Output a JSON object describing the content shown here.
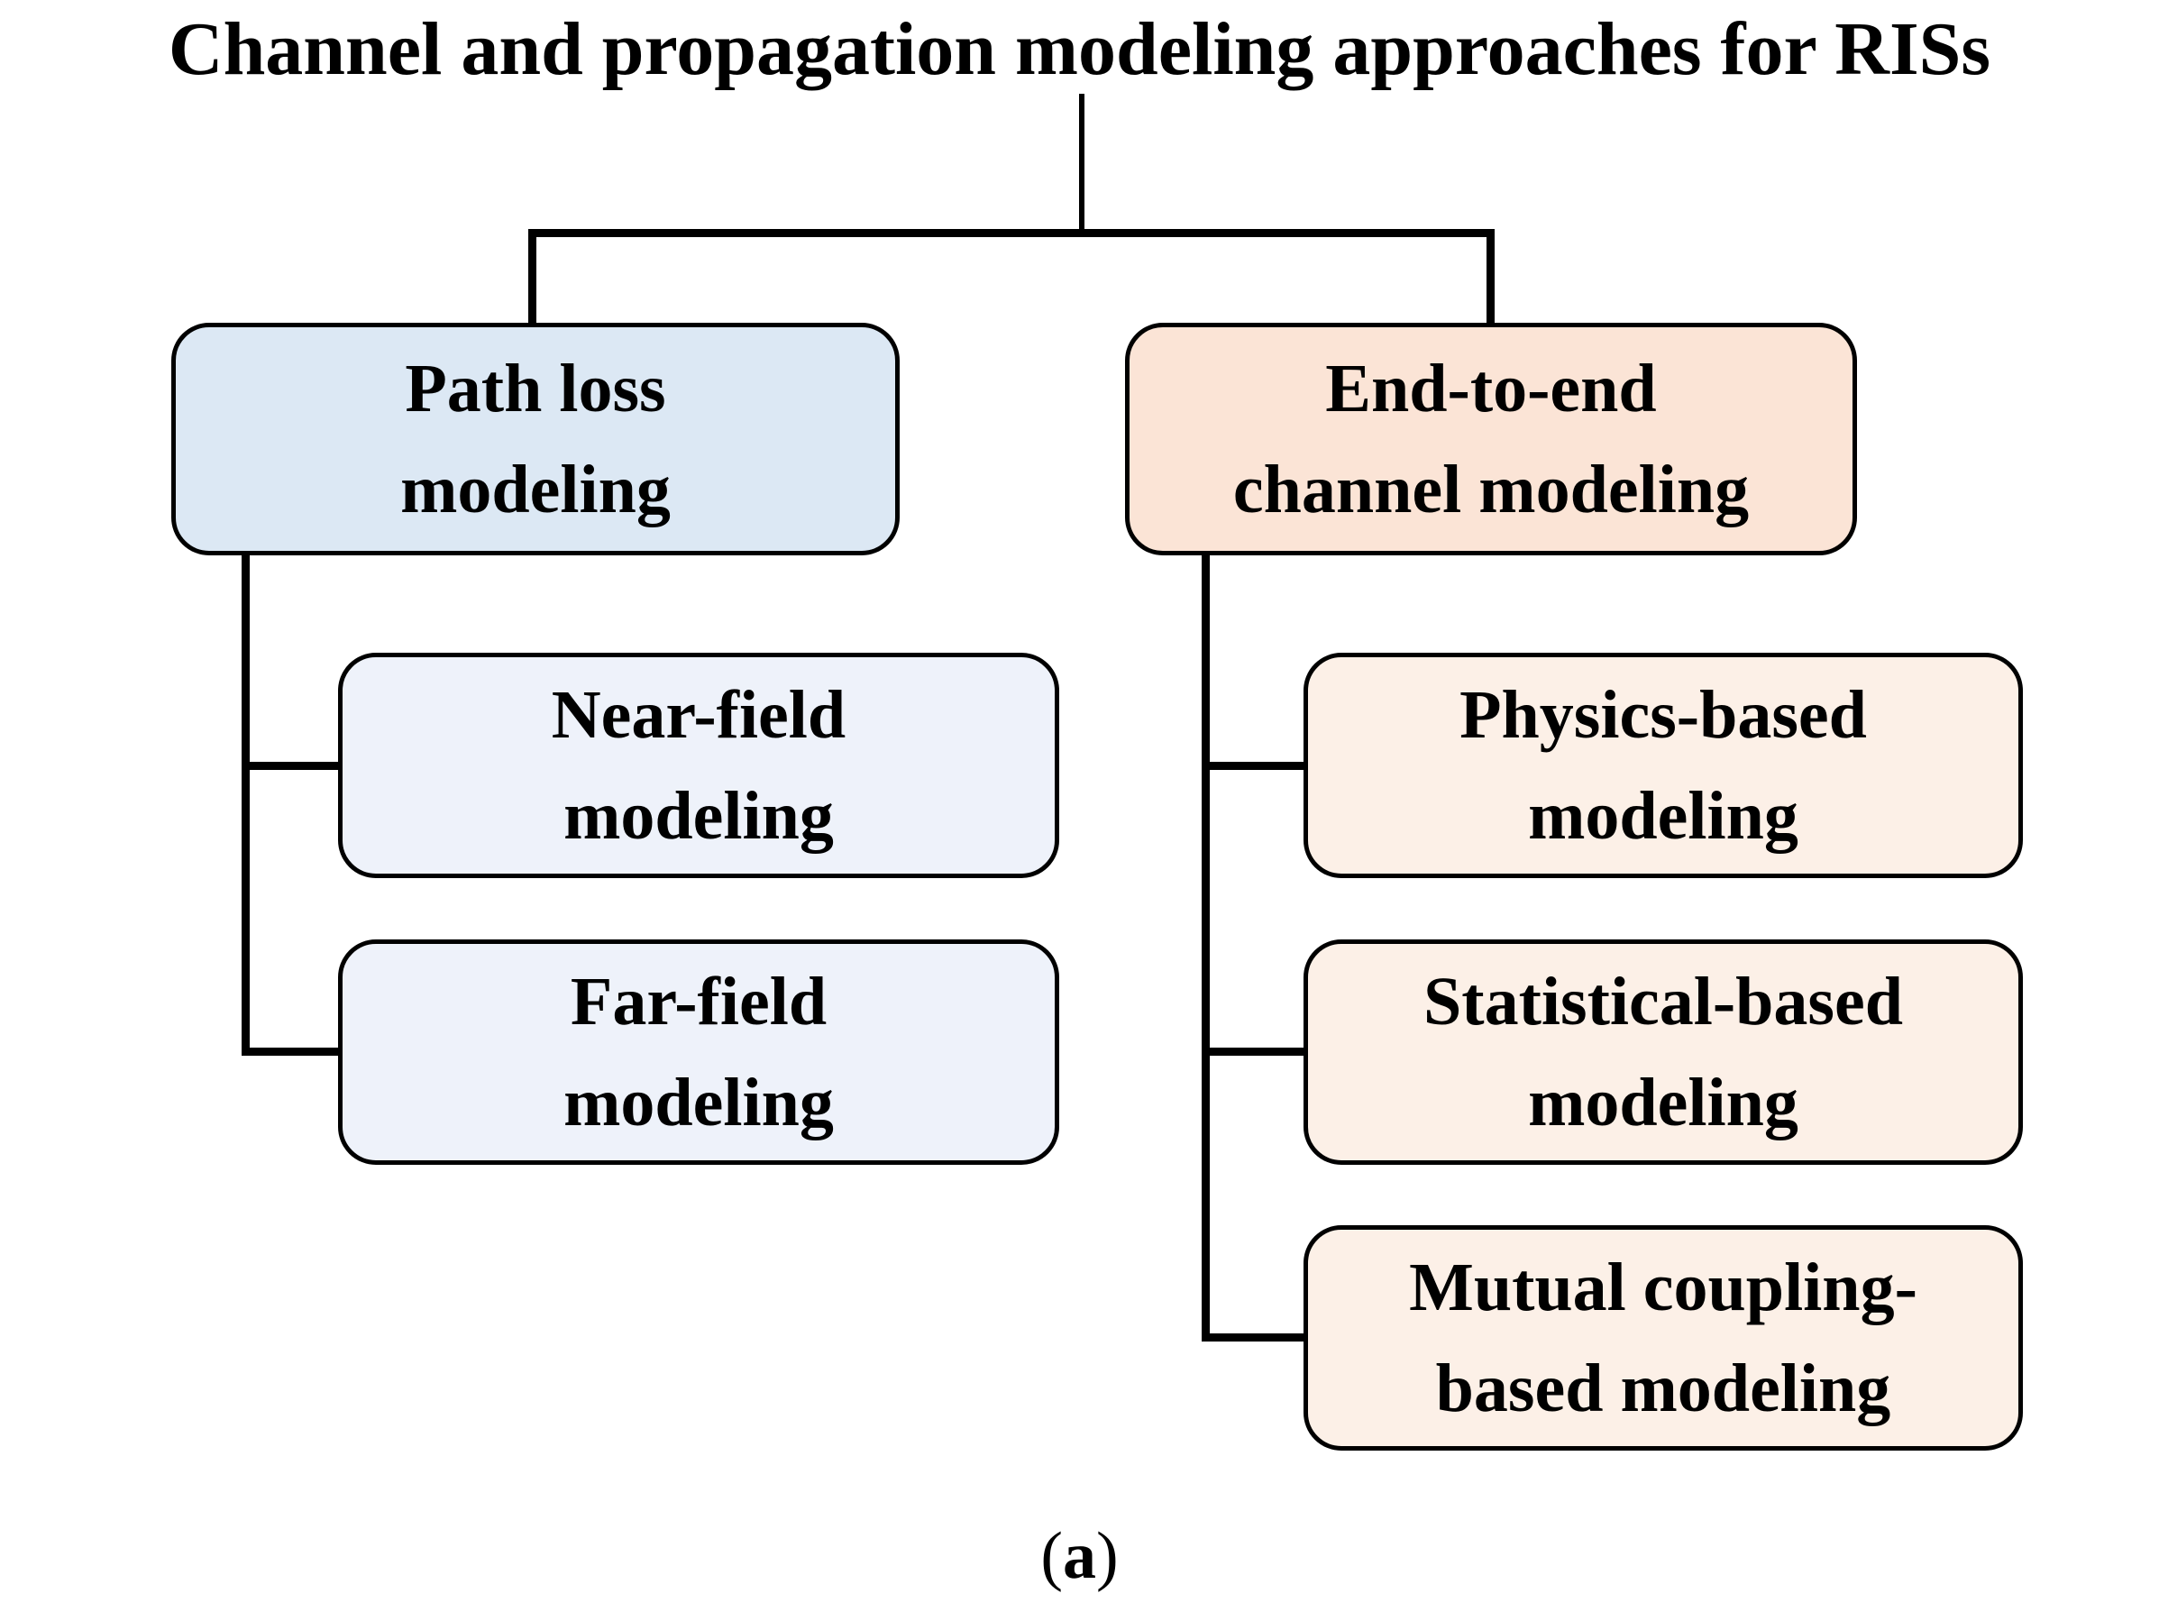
{
  "title": "Channel and propagation modeling approaches for RISs",
  "caption": {
    "open": "(",
    "letter": "a",
    "close": ")"
  },
  "tree": {
    "branches": [
      {
        "label": "Path loss\nmodeling",
        "children": [
          {
            "label": "Near-field\nmodeling"
          },
          {
            "label": "Far-field\nmodeling"
          }
        ]
      },
      {
        "label": "End-to-end\nchannel modeling",
        "children": [
          {
            "label": "Physics-based\nmodeling"
          },
          {
            "label": "Statistical-based\nmodeling"
          },
          {
            "label": "Mutual coupling-\nbased modeling"
          }
        ]
      }
    ]
  },
  "colors": {
    "background": "#ffffff",
    "text": "#000000",
    "line": "#000000",
    "path_loss_fill": "#dce8f4",
    "path_loss_child_fill": "#eef2fa",
    "end_to_end_fill": "#fbe4d6",
    "end_to_end_child_fill": "#fcf0e7"
  }
}
